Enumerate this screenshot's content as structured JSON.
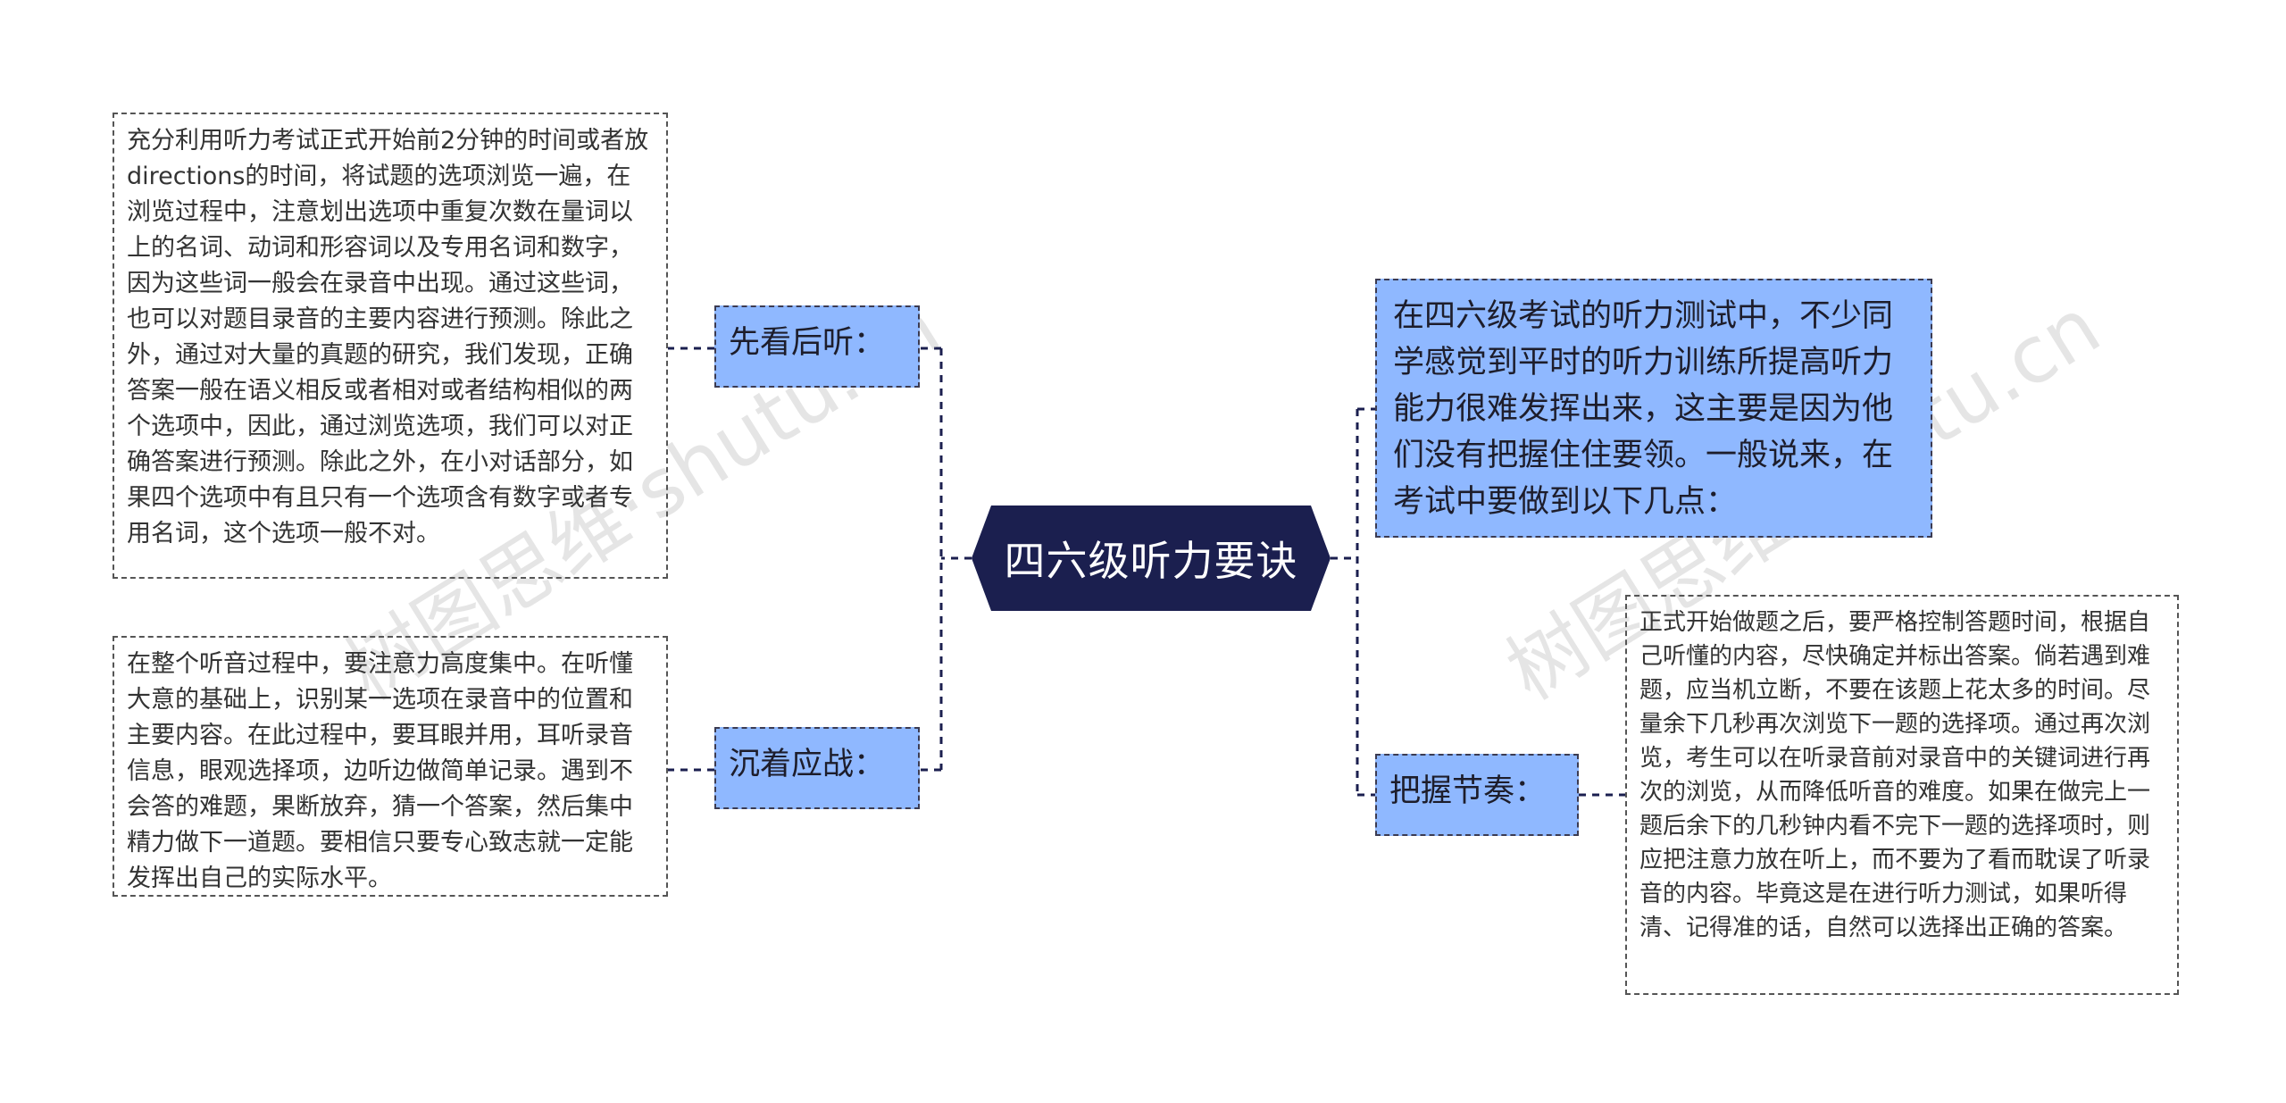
{
  "colors": {
    "center_fill": "#1b1f4f",
    "branch_fill": "#8fb8ff",
    "connector": "#1b1f4f",
    "dashed_border": "#555555"
  },
  "center": {
    "label": "四六级听力要诀"
  },
  "left_branches": [
    {
      "label": "先看后听：",
      "detail": "充分利用听力考试正式开始前2分钟的时间或者放directions的时间，将试题的选项浏览一遍，在浏览过程中，注意划出选项中重复次数在量词以上的名词、动词和形容词以及专用名词和数字，因为这些词一般会在录音中出现。通过这些词，也可以对题目录音的主要内容进行预测。除此之外，通过对大量的真题的研究，我们发现，正确答案一般在语义相反或者相对或者结构相似的两个选项中，因此，通过浏览选项，我们可以对正确答案进行预测。除此之外，在小对话部分，如果四个选项中有且只有一个选项含有数字或者专用名词，这个选项一般不对。"
    },
    {
      "label": "沉着应战：",
      "detail": "在整个听音过程中，要注意力高度集中。在听懂大意的基础上，识别某一选项在录音中的位置和主要内容。在此过程中，要耳眼并用，耳听录音信息，眼观选择项，边听边做简单记录。遇到不会答的难题，果断放弃，猜一个答案，然后集中精力做下一道题。要相信只要专心致志就一定能发挥出自己的实际水平。"
    }
  ],
  "right_branches": [
    {
      "label": "在四六级考试的听力测试中，不少同学感觉到平时的听力训练所提高听力能力很难发挥出来，这主要是因为他们没有把握住住要领。一般说来，在考试中要做到以下几点："
    },
    {
      "label": "把握节奏：",
      "detail": "正式开始做题之后，要严格控制答题时间，根据自己听懂的内容，尽快确定并标出答案。倘若遇到难题，应当机立断，不要在该题上花太多的时间。尽量余下几秒再次浏览下一题的选择项。通过再次浏览，考生可以在听录音前对录音中的关键词进行再次的浏览，从而降低听音的难度。如果在做完上一题后余下的几秒钟内看不完下一题的选择项时，则应把注意力放在听上，而不要为了看而耽误了听录音的内容。毕竟这是在进行听力测试，如果听得清、记得准的话，自然可以选择出正确的答案。"
    }
  ],
  "watermarks": [
    "树图思维·shutu.cn",
    "树图思维·shutu.cn"
  ]
}
